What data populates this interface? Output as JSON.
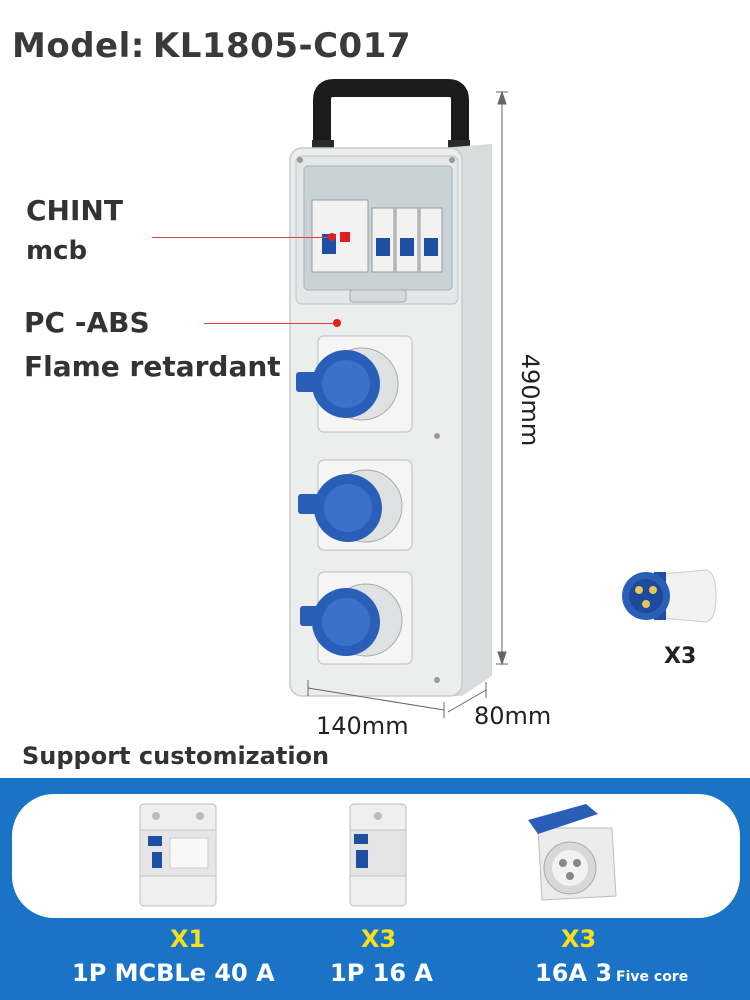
{
  "header": {
    "model_label": "Model:",
    "model_value": "KL1805-C017"
  },
  "callouts": {
    "chint_line1": "CHINT",
    "chint_line2": "mcb",
    "pc_line1": "PC -ABS",
    "pc_line2": "Flame retardant"
  },
  "dimensions": {
    "height": "490mm",
    "width": "140mm",
    "depth": "80mm"
  },
  "accessory": {
    "quantity": "X3",
    "icon": "blue-industrial-plug"
  },
  "support": {
    "title": "Support customization"
  },
  "products": [
    {
      "quantity": "X1",
      "label": "1P MCBLe 40 A",
      "label_small": "",
      "icon": "rcbo-breaker"
    },
    {
      "quantity": "X3",
      "label": "1P 16 A",
      "label_small": "",
      "icon": "mcb-breaker"
    },
    {
      "quantity": "X3",
      "label": "16A 3",
      "label_small": "Five core",
      "icon": "industrial-socket"
    }
  ],
  "colors": {
    "band": "#1a73c7",
    "quantity": "#f7e01a",
    "socket_blue": "#2a5fb8",
    "leader": "#e02020"
  }
}
